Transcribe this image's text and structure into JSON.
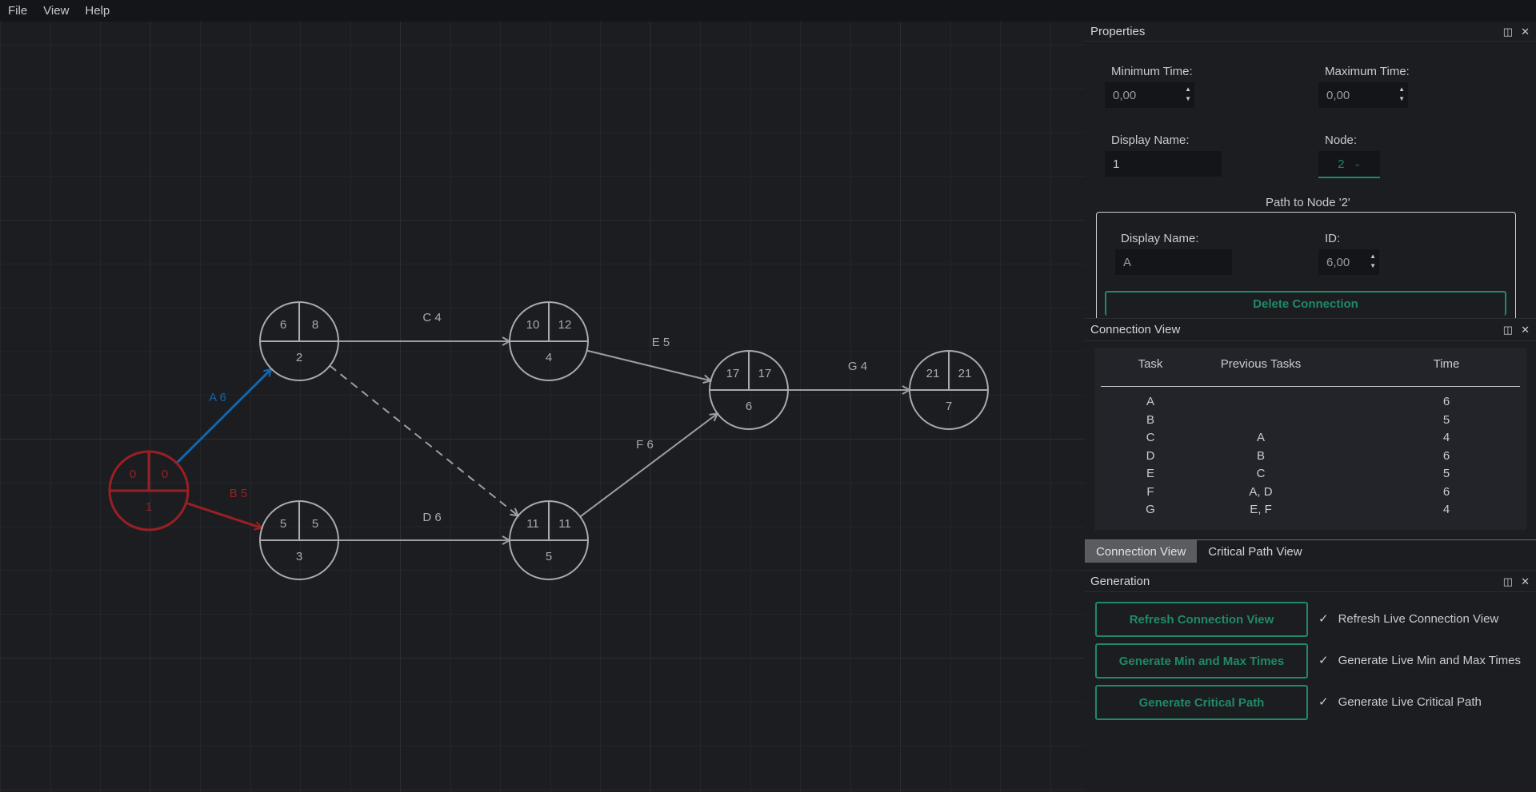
{
  "menu": [
    "File",
    "View",
    "Help"
  ],
  "graph": {
    "nodes": [
      {
        "id": "1",
        "earliest": "0",
        "latest": "0",
        "label": "1",
        "highlight": "start"
      },
      {
        "id": "2",
        "earliest": "6",
        "latest": "8",
        "label": "2"
      },
      {
        "id": "3",
        "earliest": "5",
        "latest": "5",
        "label": "3"
      },
      {
        "id": "4",
        "earliest": "10",
        "latest": "12",
        "label": "4"
      },
      {
        "id": "5",
        "earliest": "11",
        "latest": "11",
        "label": "5"
      },
      {
        "id": "6",
        "earliest": "17",
        "latest": "17",
        "label": "6"
      },
      {
        "id": "7",
        "earliest": "21",
        "latest": "21",
        "label": "7"
      }
    ],
    "edges": [
      {
        "from": "1",
        "to": "2",
        "label": "A 6",
        "style": "selected"
      },
      {
        "from": "1",
        "to": "3",
        "label": "B 5",
        "style": "critical"
      },
      {
        "from": "2",
        "to": "4",
        "label": "C 4",
        "style": "normal"
      },
      {
        "from": "3",
        "to": "5",
        "label": "D 6",
        "style": "normal"
      },
      {
        "from": "4",
        "to": "6",
        "label": "E 5",
        "style": "normal"
      },
      {
        "from": "5",
        "to": "6",
        "label": "F 6",
        "style": "normal"
      },
      {
        "from": "6",
        "to": "7",
        "label": "G 4",
        "style": "normal"
      },
      {
        "from": "2",
        "to": "5",
        "label": "",
        "style": "dummy"
      }
    ],
    "colors": {
      "normal": "#9c9ea2",
      "selected": "#1565a8",
      "critical": "#9a1f24"
    }
  },
  "properties": {
    "title": "Properties",
    "min_time_label": "Minimum Time:",
    "min_time_value": "0,00",
    "max_time_label": "Maximum Time:",
    "max_time_value": "0,00",
    "display_name_label": "Display Name:",
    "display_name_value": "1",
    "node_label": "Node:",
    "node_value": "2",
    "path_title": "Path to Node '2'",
    "path_display_name_label": "Display Name:",
    "path_display_name_value": "A",
    "path_id_label": "ID:",
    "path_id_value": "6,00",
    "delete_button": "Delete Connection"
  },
  "connection_view": {
    "title": "Connection View",
    "columns": [
      "Task",
      "Previous Tasks",
      "Time"
    ],
    "rows": [
      [
        "A",
        "",
        "6"
      ],
      [
        "B",
        "",
        "5"
      ],
      [
        "C",
        "A",
        "4"
      ],
      [
        "D",
        "B",
        "6"
      ],
      [
        "E",
        "C",
        "5"
      ],
      [
        "F",
        "A, D",
        "6"
      ],
      [
        "G",
        "E, F",
        "4"
      ]
    ]
  },
  "tabs": {
    "active": "Connection View",
    "other": "Critical Path View"
  },
  "generation": {
    "title": "Generation",
    "buttons": [
      "Refresh Connection View",
      "Generate Min and Max Times",
      "Generate Critical Path"
    ],
    "checks": [
      "Refresh Live Connection View",
      "Generate Live Min and Max Times",
      "Generate Live Critical Path"
    ],
    "accent": "#1f8a65"
  },
  "icons": {
    "undock": "float-icon",
    "close": "close-icon",
    "check": "check-icon"
  }
}
